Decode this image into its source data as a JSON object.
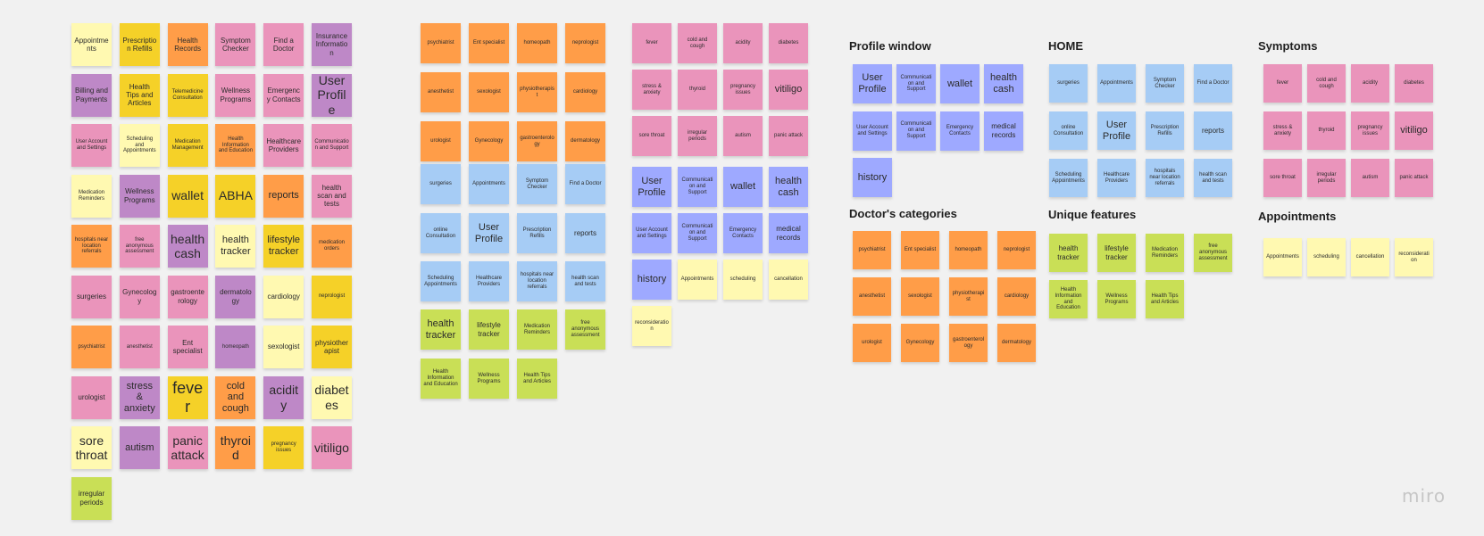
{
  "board": {
    "background": "#f1f1f1",
    "watermark": "miro",
    "colors": {
      "yellow": "#fff9b1",
      "gold": "#f5d128",
      "orange": "#ff9d48",
      "pink": "#ea94bb",
      "violet": "#be88c7",
      "blue": "#a6ccf5",
      "periwinkle": "#9ea9ff",
      "green": "#c9df56"
    }
  },
  "clusters": [
    {
      "id": "brainstorm",
      "heading": "",
      "notes": [
        {
          "text": "Appointments",
          "color": "yellow",
          "size": "s"
        },
        {
          "text": "Prescription Refills",
          "color": "gold",
          "size": "s"
        },
        {
          "text": "Health Records",
          "color": "orange",
          "size": "s"
        },
        {
          "text": "Symptom Checker",
          "color": "pink",
          "size": "s"
        },
        {
          "text": "Find a Doctor",
          "color": "pink",
          "size": "s"
        },
        {
          "text": "Insurance Information",
          "color": "violet",
          "size": "s"
        },
        {
          "text": "Billing and Payments",
          "color": "violet",
          "size": "s"
        },
        {
          "text": "Health Tips and Articles",
          "color": "gold",
          "size": "s"
        },
        {
          "text": "Telemedicine Consultation",
          "color": "gold",
          "size": "xs"
        },
        {
          "text": "Wellness Programs",
          "color": "pink",
          "size": "s"
        },
        {
          "text": "Emergency Contacts",
          "color": "pink",
          "size": "s"
        },
        {
          "text": "User Profile",
          "color": "violet",
          "size": "l"
        },
        {
          "text": "User Account and Settings",
          "color": "pink",
          "size": "xs"
        },
        {
          "text": "Scheduling and Appointments",
          "color": "yellow",
          "size": "xs"
        },
        {
          "text": "Medication Management",
          "color": "gold",
          "size": "xs"
        },
        {
          "text": "Health Information and Education",
          "color": "orange",
          "size": "xs"
        },
        {
          "text": "Healthcare Providers",
          "color": "pink",
          "size": "s"
        },
        {
          "text": "Communication and Support",
          "color": "pink",
          "size": "xs"
        },
        {
          "text": "Medication Reminders",
          "color": "yellow",
          "size": "xs"
        },
        {
          "text": "Wellness Programs",
          "color": "violet",
          "size": "s"
        },
        {
          "text": "wallet",
          "color": "gold",
          "size": "l"
        },
        {
          "text": "ABHA",
          "color": "gold",
          "size": "l"
        },
        {
          "text": "reports",
          "color": "orange",
          "size": "m"
        },
        {
          "text": "health scan and tests",
          "color": "pink",
          "size": "s"
        },
        {
          "text": "hospitals near location referrals",
          "color": "orange",
          "size": "xs"
        },
        {
          "text": "free anonymous assessment",
          "color": "pink",
          "size": "xs"
        },
        {
          "text": "health cash",
          "color": "violet",
          "size": "l"
        },
        {
          "text": "health tracker",
          "color": "yellow",
          "size": "m"
        },
        {
          "text": "lifestyle tracker",
          "color": "gold",
          "size": "m"
        },
        {
          "text": "medication orders",
          "color": "orange",
          "size": "xs"
        },
        {
          "text": "surgeries",
          "color": "pink",
          "size": "s"
        },
        {
          "text": "Gynecology",
          "color": "pink",
          "size": "s"
        },
        {
          "text": "gastroenterology",
          "color": "pink",
          "size": "s"
        },
        {
          "text": "dermatology",
          "color": "violet",
          "size": "s"
        },
        {
          "text": "cardiology",
          "color": "yellow",
          "size": "s"
        },
        {
          "text": "neprologist",
          "color": "gold",
          "size": "xs"
        },
        {
          "text": "psychiatrist",
          "color": "orange",
          "size": "xs"
        },
        {
          "text": "anesthetist",
          "color": "pink",
          "size": "xs"
        },
        {
          "text": "Ent specialist",
          "color": "pink",
          "size": "s"
        },
        {
          "text": "homeopath",
          "color": "violet",
          "size": "xs"
        },
        {
          "text": "sexologist",
          "color": "yellow",
          "size": "s"
        },
        {
          "text": "physiotherapist",
          "color": "gold",
          "size": "s"
        },
        {
          "text": "urologist",
          "color": "pink",
          "size": "s"
        },
        {
          "text": "stress & anxiety",
          "color": "violet",
          "size": "m"
        },
        {
          "text": "fever",
          "color": "gold",
          "size": "xl"
        },
        {
          "text": "cold and cough",
          "color": "orange",
          "size": "m"
        },
        {
          "text": "acidity",
          "color": "violet",
          "size": "l"
        },
        {
          "text": "diabetes",
          "color": "yellow",
          "size": "l"
        },
        {
          "text": "sore throat",
          "color": "yellow",
          "size": "l"
        },
        {
          "text": "autism",
          "color": "violet",
          "size": "m"
        },
        {
          "text": "panic attack",
          "color": "pink",
          "size": "l"
        },
        {
          "text": "thyroid",
          "color": "orange",
          "size": "l"
        },
        {
          "text": "pregnancy issues",
          "color": "gold",
          "size": "xs"
        },
        {
          "text": "vitiligo",
          "color": "pink",
          "size": "l"
        },
        {
          "text": "irregular periods",
          "color": "green",
          "size": "s"
        }
      ]
    },
    {
      "id": "sorted-a",
      "heading": "",
      "notes": [
        {
          "text": "psychiatrist",
          "color": "orange",
          "size": "xs"
        },
        {
          "text": "Ent specialist",
          "color": "orange",
          "size": "xs"
        },
        {
          "text": "homeopath",
          "color": "orange",
          "size": "xs"
        },
        {
          "text": "neprologist",
          "color": "orange",
          "size": "xs"
        },
        {
          "text": "anesthetist",
          "color": "orange",
          "size": "xs"
        },
        {
          "text": "sexologist",
          "color": "orange",
          "size": "xs"
        },
        {
          "text": "physiotherapist",
          "color": "orange",
          "size": "xs"
        },
        {
          "text": "cardiology",
          "color": "orange",
          "size": "xs"
        },
        {
          "text": "urologist",
          "color": "orange",
          "size": "xs"
        },
        {
          "text": "Gynecology",
          "color": "orange",
          "size": "xs"
        },
        {
          "text": "gastroenterology",
          "color": "orange",
          "size": "xs"
        },
        {
          "text": "dermatology",
          "color": "orange",
          "size": "xs"
        },
        {
          "text": "surgeries",
          "color": "blue",
          "size": "xs"
        },
        {
          "text": "Appointments",
          "color": "blue",
          "size": "xs"
        },
        {
          "text": "Symptom Checker",
          "color": "blue",
          "size": "xs"
        },
        {
          "text": "Find a Doctor",
          "color": "blue",
          "size": "xs"
        },
        {
          "text": "online Consultation",
          "color": "blue",
          "size": "xs"
        },
        {
          "text": "User Profile",
          "color": "blue",
          "size": "m"
        },
        {
          "text": "Prescription Refills",
          "color": "blue",
          "size": "xs"
        },
        {
          "text": "reports",
          "color": "blue",
          "size": "s"
        },
        {
          "text": "Scheduling Appointments",
          "color": "blue",
          "size": "xs"
        },
        {
          "text": "Healthcare Providers",
          "color": "blue",
          "size": "xs"
        },
        {
          "text": "hospitals near location referrals",
          "color": "blue",
          "size": "xs"
        },
        {
          "text": "health scan and tests",
          "color": "blue",
          "size": "xs"
        },
        {
          "text": "health tracker",
          "color": "green",
          "size": "m"
        },
        {
          "text": "lifestyle tracker",
          "color": "green",
          "size": "s"
        },
        {
          "text": "Medication Reminders",
          "color": "green",
          "size": "xs"
        },
        {
          "text": "free anonymous assessment",
          "color": "green",
          "size": "xs"
        },
        {
          "text": "Health Information and Education",
          "color": "green",
          "size": "xs"
        },
        {
          "text": "Wellness Programs",
          "color": "green",
          "size": "xs"
        },
        {
          "text": "Health Tips and Articles",
          "color": "green",
          "size": "xs"
        }
      ]
    },
    {
      "id": "sorted-b",
      "heading": "",
      "notes": [
        {
          "text": "fever",
          "color": "pink",
          "size": "xs"
        },
        {
          "text": "cold and cough",
          "color": "pink",
          "size": "xs"
        },
        {
          "text": "acidity",
          "color": "pink",
          "size": "xs"
        },
        {
          "text": "diabetes",
          "color": "pink",
          "size": "xs"
        },
        {
          "text": "stress & anxiety",
          "color": "pink",
          "size": "xs"
        },
        {
          "text": "thyroid",
          "color": "pink",
          "size": "xs"
        },
        {
          "text": "pregnancy issues",
          "color": "pink",
          "size": "xs"
        },
        {
          "text": "vitiligo",
          "color": "pink",
          "size": "m"
        },
        {
          "text": "sore throat",
          "color": "pink",
          "size": "xs"
        },
        {
          "text": "irregular periods",
          "color": "pink",
          "size": "xs"
        },
        {
          "text": "autism",
          "color": "pink",
          "size": "xs"
        },
        {
          "text": "panic attack",
          "color": "pink",
          "size": "xs"
        },
        {
          "text": "User Profile",
          "color": "periwinkle",
          "size": "m"
        },
        {
          "text": "Communication and Support",
          "color": "periwinkle",
          "size": "xs"
        },
        {
          "text": "wallet",
          "color": "periwinkle",
          "size": "m"
        },
        {
          "text": "health cash",
          "color": "periwinkle",
          "size": "m"
        },
        {
          "text": "User Account and Settings",
          "color": "periwinkle",
          "size": "xs"
        },
        {
          "text": "Communication and Support",
          "color": "periwinkle",
          "size": "xs"
        },
        {
          "text": "Emergency Contacts",
          "color": "periwinkle",
          "size": "xs"
        },
        {
          "text": "medical records",
          "color": "periwinkle",
          "size": "s"
        },
        {
          "text": "history",
          "color": "periwinkle",
          "size": "m"
        },
        {
          "text": "Appointments",
          "color": "yellow",
          "size": "xs"
        },
        {
          "text": "scheduling",
          "color": "yellow",
          "size": "xs"
        },
        {
          "text": "cancellation",
          "color": "yellow",
          "size": "xs"
        },
        {
          "text": "reconsideration",
          "color": "yellow",
          "size": "xs"
        }
      ]
    },
    {
      "id": "profile-window",
      "heading": "Profile window",
      "notes": [
        {
          "text": "User Profile",
          "color": "periwinkle",
          "size": "m"
        },
        {
          "text": "Communication and Support",
          "color": "periwinkle",
          "size": "xs"
        },
        {
          "text": "wallet",
          "color": "periwinkle",
          "size": "m"
        },
        {
          "text": "health cash",
          "color": "periwinkle",
          "size": "m"
        },
        {
          "text": "User Account and Settings",
          "color": "periwinkle",
          "size": "xs"
        },
        {
          "text": "Communication and Support",
          "color": "periwinkle",
          "size": "xs"
        },
        {
          "text": "Emergency Contacts",
          "color": "periwinkle",
          "size": "xs"
        },
        {
          "text": "medical records",
          "color": "periwinkle",
          "size": "s"
        },
        {
          "text": "history",
          "color": "periwinkle",
          "size": "m"
        }
      ]
    },
    {
      "id": "doctors-categories",
      "heading": "Doctor's categories",
      "notes": [
        {
          "text": "psychiatrist",
          "color": "orange",
          "size": "xs"
        },
        {
          "text": "Ent specialist",
          "color": "orange",
          "size": "xs"
        },
        {
          "text": "homeopath",
          "color": "orange",
          "size": "xs"
        },
        {
          "text": "neprologist",
          "color": "orange",
          "size": "xs"
        },
        {
          "text": "anesthetist",
          "color": "orange",
          "size": "xs"
        },
        {
          "text": "sexologist",
          "color": "orange",
          "size": "xs"
        },
        {
          "text": "physiotherapist",
          "color": "orange",
          "size": "xs"
        },
        {
          "text": "cardiology",
          "color": "orange",
          "size": "xs"
        },
        {
          "text": "urologist",
          "color": "orange",
          "size": "xs"
        },
        {
          "text": "Gynecology",
          "color": "orange",
          "size": "xs"
        },
        {
          "text": "gastroenterology",
          "color": "orange",
          "size": "xs"
        },
        {
          "text": "dermatology",
          "color": "orange",
          "size": "xs"
        }
      ]
    },
    {
      "id": "home",
      "heading": "HOME",
      "notes": [
        {
          "text": "surgeries",
          "color": "blue",
          "size": "xs"
        },
        {
          "text": "Appointments",
          "color": "blue",
          "size": "xs"
        },
        {
          "text": "Symptom Checker",
          "color": "blue",
          "size": "xs"
        },
        {
          "text": "Find a Doctor",
          "color": "blue",
          "size": "xs"
        },
        {
          "text": "online Consultation",
          "color": "blue",
          "size": "xs"
        },
        {
          "text": "User Profile",
          "color": "blue",
          "size": "m"
        },
        {
          "text": "Prescription Refills",
          "color": "blue",
          "size": "xs"
        },
        {
          "text": "reports",
          "color": "blue",
          "size": "s"
        },
        {
          "text": "Scheduling Appointments",
          "color": "blue",
          "size": "xs"
        },
        {
          "text": "Healthcare Providers",
          "color": "blue",
          "size": "xs"
        },
        {
          "text": "hospitals near location referrals",
          "color": "blue",
          "size": "xs"
        },
        {
          "text": "health scan and tests",
          "color": "blue",
          "size": "xs"
        }
      ]
    },
    {
      "id": "unique-features",
      "heading": "Unique features",
      "notes": [
        {
          "text": "health tracker",
          "color": "green",
          "size": "s"
        },
        {
          "text": "lifestyle tracker",
          "color": "green",
          "size": "s"
        },
        {
          "text": "Medication Reminders",
          "color": "green",
          "size": "xs"
        },
        {
          "text": "free anonymous assessment",
          "color": "green",
          "size": "xs"
        },
        {
          "text": "Health Information and Education",
          "color": "green",
          "size": "xs"
        },
        {
          "text": "Wellness Programs",
          "color": "green",
          "size": "xs"
        },
        {
          "text": "Health Tips and Articles",
          "color": "green",
          "size": "xs"
        }
      ]
    },
    {
      "id": "symptoms",
      "heading": "Symptoms",
      "notes": [
        {
          "text": "fever",
          "color": "pink",
          "size": "xs"
        },
        {
          "text": "cold and cough",
          "color": "pink",
          "size": "xs"
        },
        {
          "text": "acidity",
          "color": "pink",
          "size": "xs"
        },
        {
          "text": "diabetes",
          "color": "pink",
          "size": "xs"
        },
        {
          "text": "stress & anxiety",
          "color": "pink",
          "size": "xs"
        },
        {
          "text": "thyroid",
          "color": "pink",
          "size": "xs"
        },
        {
          "text": "pregnancy issues",
          "color": "pink",
          "size": "xs"
        },
        {
          "text": "vitiligo",
          "color": "pink",
          "size": "m"
        },
        {
          "text": "sore throat",
          "color": "pink",
          "size": "xs"
        },
        {
          "text": "irregular periods",
          "color": "pink",
          "size": "xs"
        },
        {
          "text": "autism",
          "color": "pink",
          "size": "xs"
        },
        {
          "text": "panic attack",
          "color": "pink",
          "size": "xs"
        }
      ]
    },
    {
      "id": "appointments",
      "heading": "Appointments",
      "notes": [
        {
          "text": "Appointments",
          "color": "yellow",
          "size": "xs"
        },
        {
          "text": "scheduling",
          "color": "yellow",
          "size": "xs"
        },
        {
          "text": "cancellation",
          "color": "yellow",
          "size": "xs"
        },
        {
          "text": "reconsideration",
          "color": "yellow",
          "size": "xs"
        }
      ]
    }
  ]
}
